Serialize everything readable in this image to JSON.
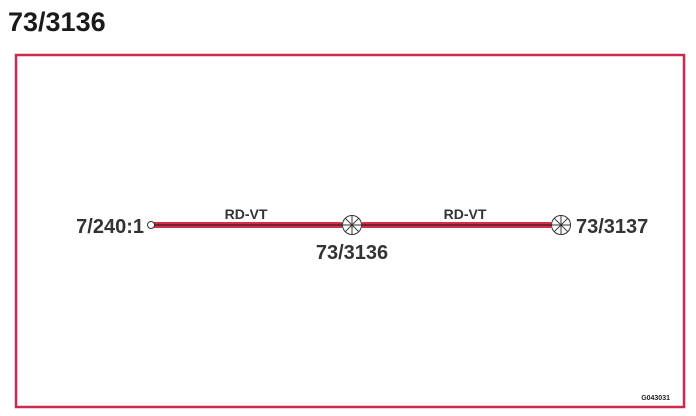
{
  "title": "73/3136",
  "colors": {
    "frame": "#cc2a4a",
    "cable": "#d0304a",
    "cable_core": "#3a1a1a",
    "text": "#333333"
  },
  "diagram": {
    "nodes": [
      {
        "id": "start",
        "label": "7/240:1",
        "symbol": "small-circle"
      },
      {
        "id": "mid",
        "label": "73/3136",
        "symbol": "crossed-circle"
      },
      {
        "id": "end",
        "label": "73/3137",
        "symbol": "crossed-circle"
      }
    ],
    "segments": [
      {
        "from": "start",
        "to": "mid",
        "label": "RD-VT"
      },
      {
        "from": "mid",
        "to": "end",
        "label": "RD-VT"
      }
    ],
    "drawing_code": "G043031"
  }
}
